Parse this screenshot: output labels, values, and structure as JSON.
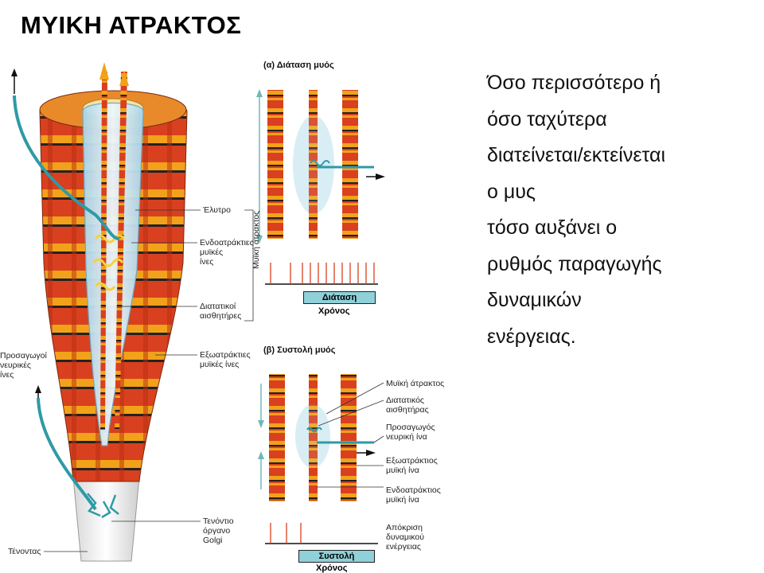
{
  "title": "ΜΥΙΚΗ ΑΤΡΑΚΤΟΣ",
  "body_lines": [
    "Όσο περισσότερο ή",
    "όσο ταχύτερα",
    "διατείνεται/εκτείνεται",
    "ο μυς",
    "τόσο αυξάνει ο",
    "ρυθμός παραγωγής",
    "δυναμικών",
    "ενέργειας."
  ],
  "left_labels": {
    "elytro": "Έλυτρο",
    "endo": [
      "Ενδοατράκτιες",
      "μυϊκές",
      "ίνες"
    ],
    "myiki_vertical": "Μυϊκή άτρακτος",
    "diatatikoi": [
      "Διατατικοί",
      "αισθητήρες"
    ],
    "exo": [
      "Εξωατράκτιες",
      "μυϊκές ίνες"
    ],
    "prosagogoi": [
      "Προσαγωγοί",
      "νευρικές",
      "ίνες"
    ],
    "tenontio": [
      "Τενόντιο",
      "όργανο",
      "Golgi"
    ],
    "tenontas": "Τένοντας"
  },
  "panel_a": {
    "title": "(α)  Διάταση μυός",
    "bar_label": "Διάταση",
    "time_label": "Χρόνος"
  },
  "panel_b": {
    "title": "(β)  Συστολή μυός",
    "bar_label": "Συστολή",
    "time_label": "Χρόνος",
    "labels": {
      "myiki": "Μυϊκή άτρακτος",
      "diatatikos": [
        "Διατατικός",
        "αισθητήρας"
      ],
      "prosagogos": [
        "Προσαγωγός",
        "νευρική ίνα"
      ],
      "exo": [
        "Εξωατράκτιος",
        "μυϊκή ίνα"
      ],
      "endo": [
        "Ενδοατράκτιος",
        "μυϊκή ίνα"
      ],
      "apokrisi": [
        "Απόκριση",
        "δυναμικού",
        "ενέργειας"
      ]
    }
  },
  "colors": {
    "fiber_red": "#d9401f",
    "fiber_orange": "#f2a11a",
    "sheath_blue": "#cfe8f3",
    "nerve_teal": "#2e9aa6",
    "bar_fill": "#8fd0d9"
  }
}
